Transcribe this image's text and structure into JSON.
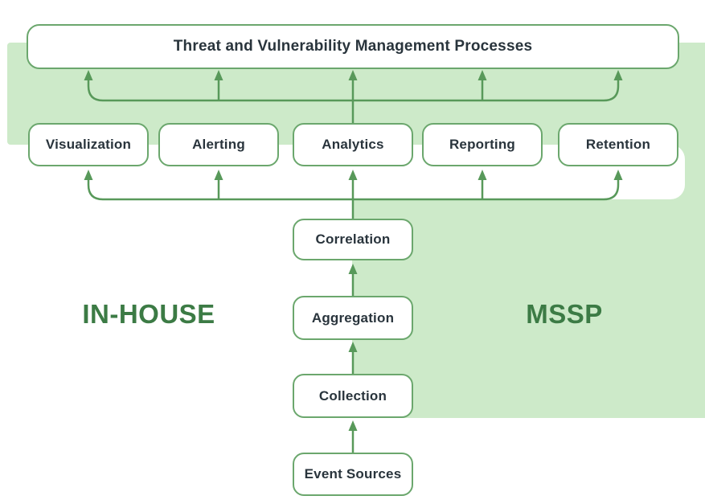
{
  "colors": {
    "light_green_zone": "#CDEAC9",
    "arrow_green": "#58995A",
    "box_border_green": "#6BA76D",
    "zone_label_green": "#3C7B45",
    "box_text": "#29343C"
  },
  "top_box": {
    "label": "Threat and Vulnerability Management Processes"
  },
  "process_boxes": [
    {
      "label": "Visualization"
    },
    {
      "label": "Alerting"
    },
    {
      "label": "Analytics"
    },
    {
      "label": "Reporting"
    },
    {
      "label": "Retention"
    }
  ],
  "pipeline_boxes": [
    {
      "label": "Correlation"
    },
    {
      "label": "Aggregation"
    },
    {
      "label": "Collection"
    },
    {
      "label": "Event Sources"
    }
  ],
  "zones": {
    "left_label": "IN-HOUSE",
    "right_label": "MSSP"
  }
}
